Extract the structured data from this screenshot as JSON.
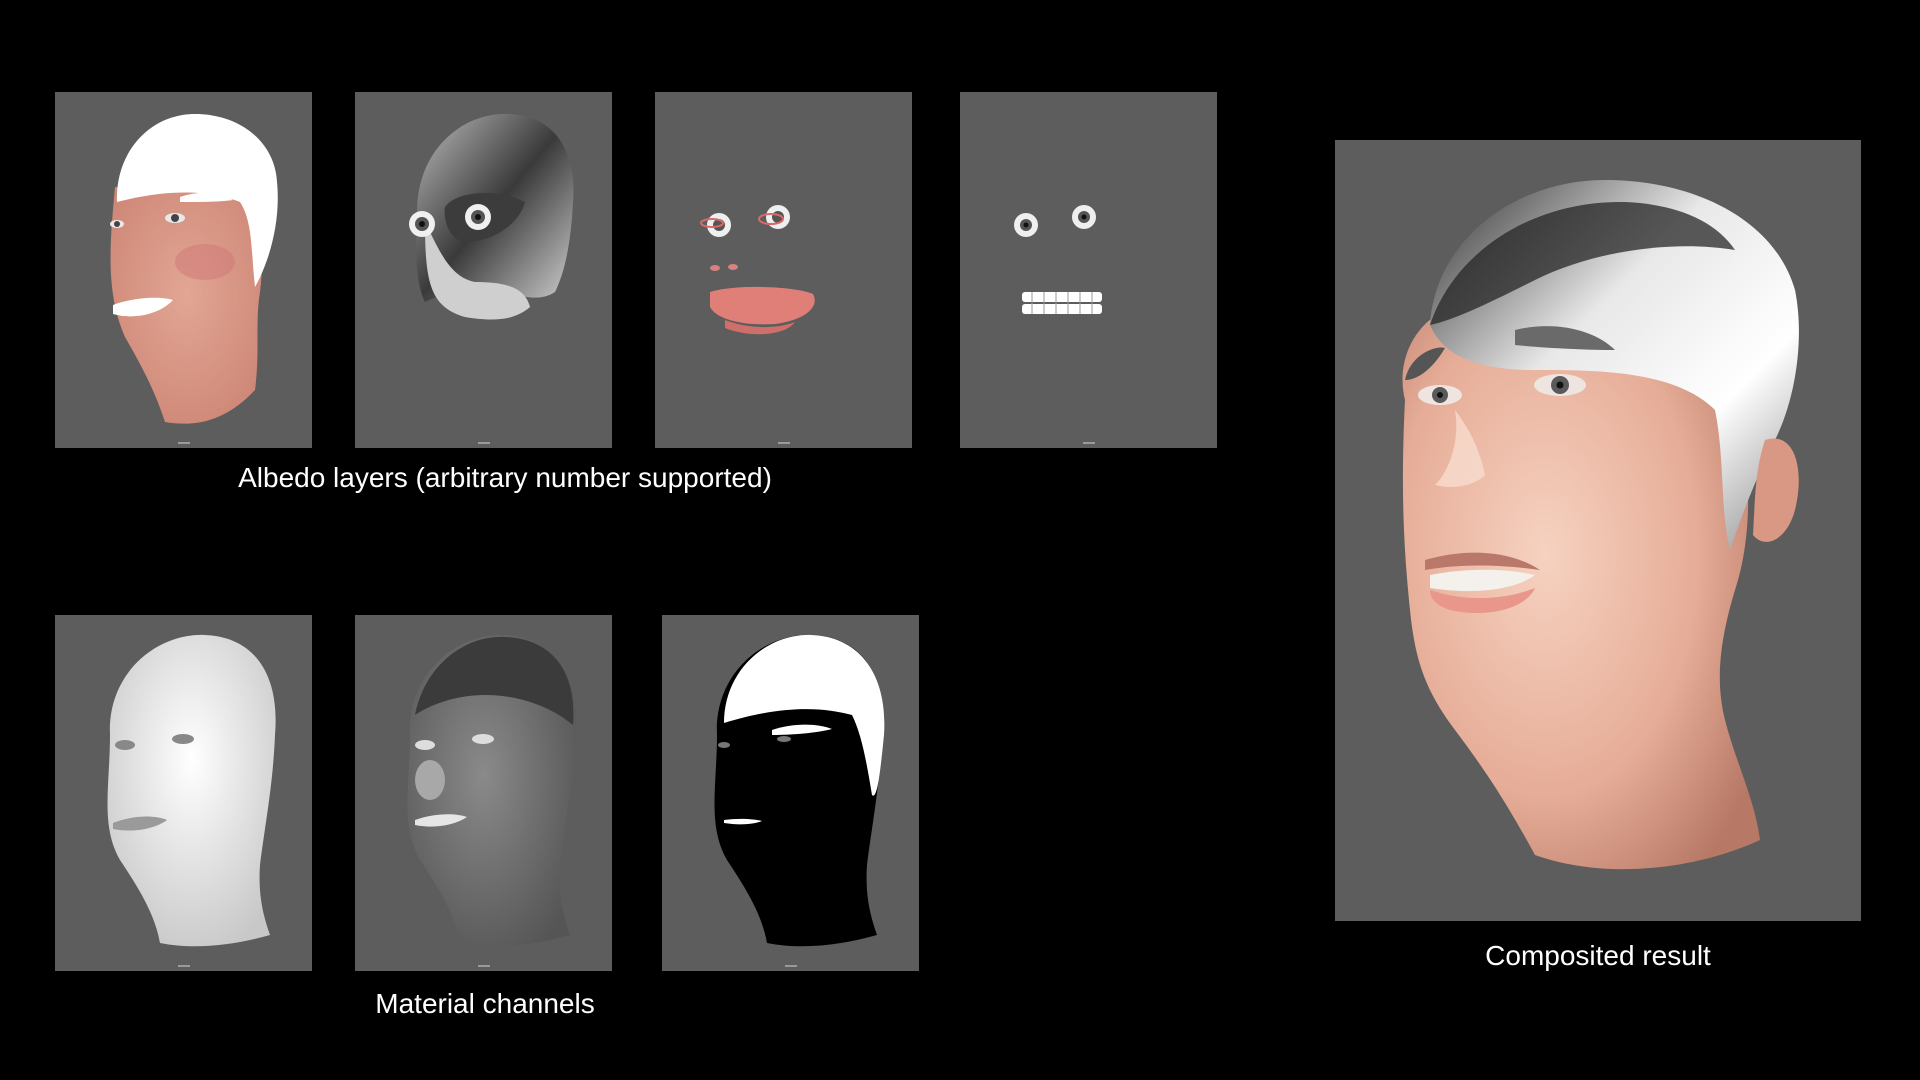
{
  "captions": {
    "albedo": "Albedo layers (arbitrary number supported)",
    "material": "Material channels",
    "result": "Composited result"
  },
  "colors": {
    "background": "#000000",
    "panel": "#5d5d5d",
    "skin": "#d99a88",
    "lips": "#e07a6e",
    "hair": "#ffffff"
  }
}
